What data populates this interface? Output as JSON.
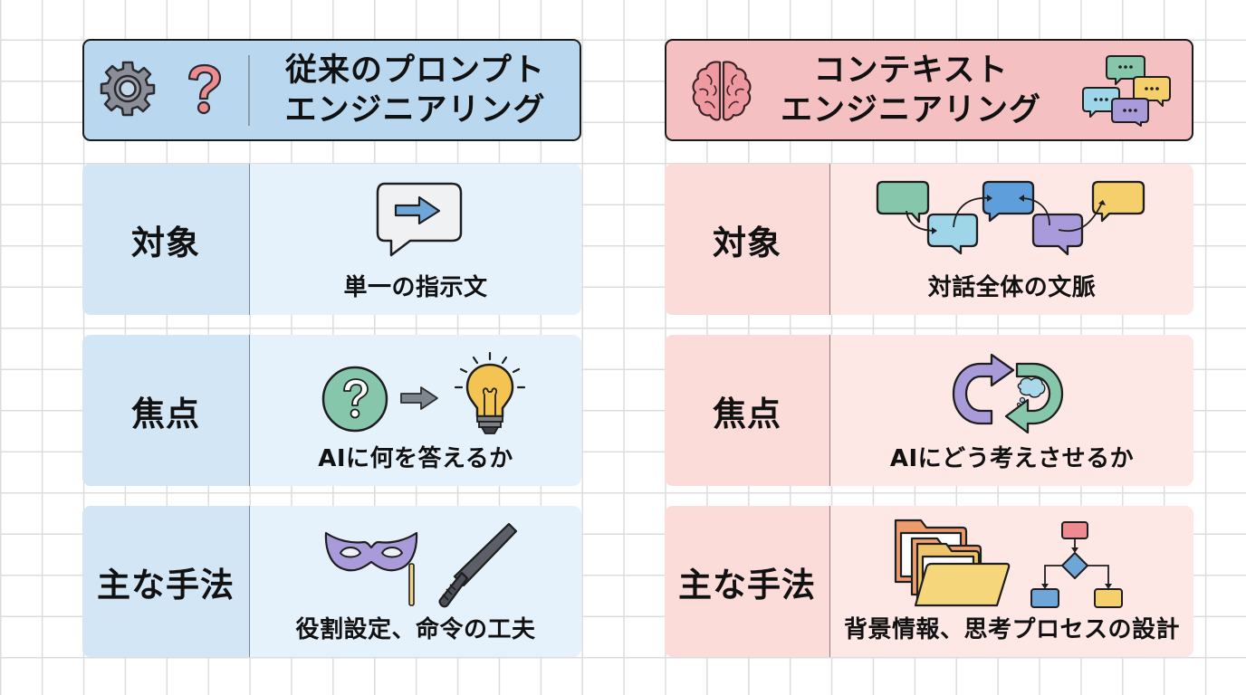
{
  "colors": {
    "traditional_header": "#b9d8ef",
    "traditional_label": "#d3e6f6",
    "traditional_content": "#e6f2fb",
    "context_header": "#f5c0c2",
    "context_label": "#fcdcd9",
    "context_content": "#fde8e6",
    "outline": "#1a1a1a",
    "grid_line": "#dcdcdc"
  },
  "traditional": {
    "title_line1": "従来のプロンプト",
    "title_line2": "エンジニアリング",
    "header_icons": [
      "gear-icon",
      "question-mark-icon"
    ],
    "rows": [
      {
        "label": "対象",
        "icon": "speech-bubble-arrow-icon",
        "caption": "単一の指示文"
      },
      {
        "label": "焦点",
        "icon": "question-to-lightbulb-icon",
        "caption": "AIに何を答えるか"
      },
      {
        "label": "主な手法",
        "icon": "mask-and-baton-icon",
        "caption": "役割設定、命令の工夫"
      }
    ]
  },
  "context": {
    "title_line1": "コンテキスト",
    "title_line2": "エンジニアリング",
    "header_icons": [
      "brain-icon",
      "chat-bubbles-icon"
    ],
    "rows": [
      {
        "label": "対象",
        "icon": "connected-chat-bubbles-icon",
        "caption": "対話全体の文脈"
      },
      {
        "label": "焦点",
        "icon": "thinking-cycle-icon",
        "caption": "AIにどう考えさせるか"
      },
      {
        "label": "主な手法",
        "icon": "folders-and-flowchart-icon",
        "caption": "背景情報、思考プロセスの設計"
      }
    ]
  }
}
